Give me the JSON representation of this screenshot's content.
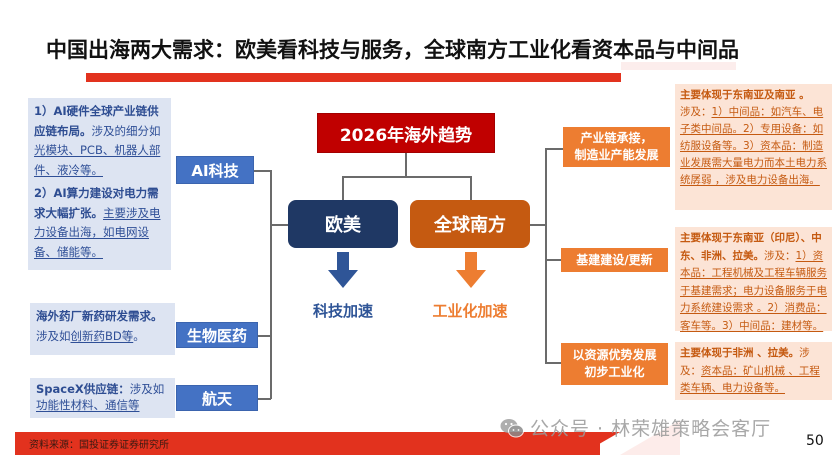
{
  "slide": {
    "title": "中国出海两大需求：欧美看科技与服务，全球南方工业化看资本品与中间品",
    "page_number": "50",
    "source": "资料来源：国投证券证券研究所",
    "watermark": "公众号 · 林荣雄策略会客厅"
  },
  "center": {
    "header": "2026年海外趋势",
    "left_region": {
      "label": "欧美",
      "color": "#1f3864",
      "result": "科技加速",
      "result_color": "#2f5597"
    },
    "right_region": {
      "label": "全球南方",
      "color": "#c55a11",
      "result": "工业化加速",
      "result_color": "#ed7d31"
    }
  },
  "left_branches": [
    {
      "tag": "AI科技",
      "paragraphs": [
        {
          "bold": "1）AI硬件全球产业链供应链布局。",
          "plain": "涉及的细分如",
          "underline": "光模块、PCB、机器人部件、液冷等。"
        },
        {
          "bold": "2）AI算力建设对电力需求大幅扩张。",
          "plain": "",
          "underline": "主要涉及电力设备出海，如电网设备、储能等。"
        }
      ]
    },
    {
      "tag": "生物医药",
      "paragraphs": [
        {
          "bold": "海外药厂新药研发需求。",
          "plain": "涉及如",
          "underline": "创新药BD等",
          "tail": "。"
        }
      ]
    },
    {
      "tag": "航天",
      "paragraphs": [
        {
          "bold": "SpaceX供应链：",
          "plain": "涉及如",
          "underline": "功能性材料、通信等"
        }
      ]
    }
  ],
  "right_branches": [
    {
      "tag": "产业链承接，制造业产能发展",
      "tag_lines": [
        "产业链承接，",
        "制造业产能发展"
      ],
      "bold": "主要体现于东南亚及南亚 。",
      "plain": "涉及：",
      "underline": "1）中间品：如汽车、电子类中间品。2）专用设备：如纺服设备等。3）资本品：制造业发展需大量电力而本土电力系统孱弱 ，涉及电力设备出海。"
    },
    {
      "tag": "基建建设/更新",
      "tag_lines": [
        "基建建设/更新"
      ],
      "bold": "主要体现于东南亚（印尼）、中东、非洲、拉美。",
      "plain": "涉及：",
      "underline": "1）资本品：工程机械及工程车辆服务于基建需求；电力设备服务于电力系统建设需求 。2）消费品：客车等。3）中间品：建材等。"
    },
    {
      "tag": "以资源优势发展初步工业化",
      "tag_lines": [
        "以资源优势发展",
        "初步工业化"
      ],
      "bold": "主要体现于非洲 、拉美。",
      "plain": "涉及：",
      "underline": "资本品：矿山机械 、工程类车辆、电力设备等。"
    }
  ],
  "colors": {
    "accent_red": "#e2321e",
    "header_red": "#c00000",
    "blue_tag": "#4472c4",
    "orange_tag": "#ed7d31",
    "left_box_bg": "#dde4f2",
    "right_box_bg": "#fce4d6"
  }
}
